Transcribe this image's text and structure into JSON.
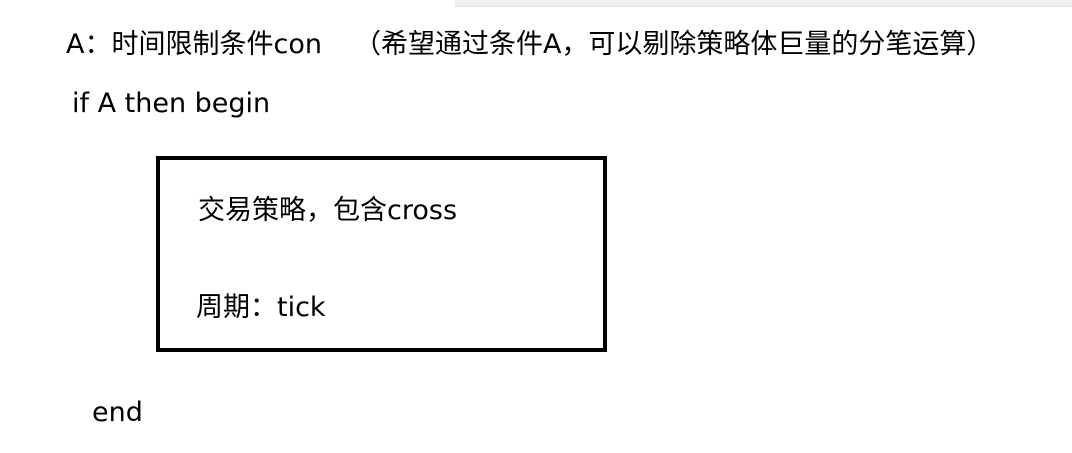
{
  "heading": {
    "condition": "A：时间限制条件con",
    "note": "（希望通过条件A，可以剔除策略体巨量的分笔运算）"
  },
  "code": {
    "if_line": "if A then begin",
    "end_line": "end"
  },
  "block": {
    "line1": "交易策略，包含cross",
    "line2": "周期：tick"
  }
}
